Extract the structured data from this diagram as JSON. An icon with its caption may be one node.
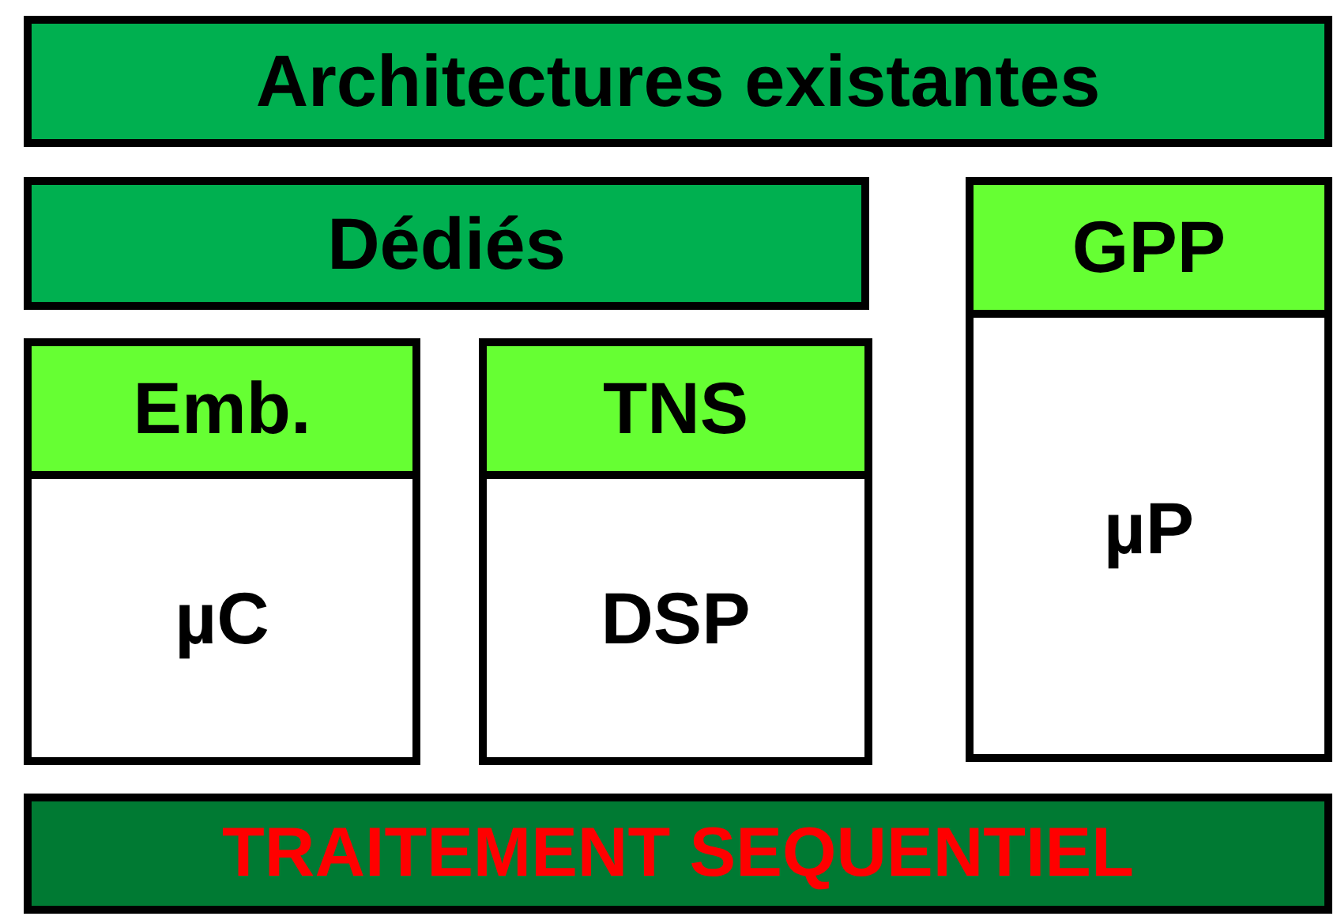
{
  "diagram": {
    "nodes": [
      {
        "text": [
          "Architectures existantes"
        ]
      },
      {
        "text": [
          "Dédiés"
        ]
      },
      {
        "text": [
          "GPP",
          "µP"
        ]
      },
      {
        "text": [
          "Emb.",
          "µC"
        ]
      },
      {
        "text": [
          "TNS",
          "DSP"
        ]
      },
      {
        "text": [
          "TRAITEMENT SEQUENTIEL"
        ]
      }
    ]
  }
}
